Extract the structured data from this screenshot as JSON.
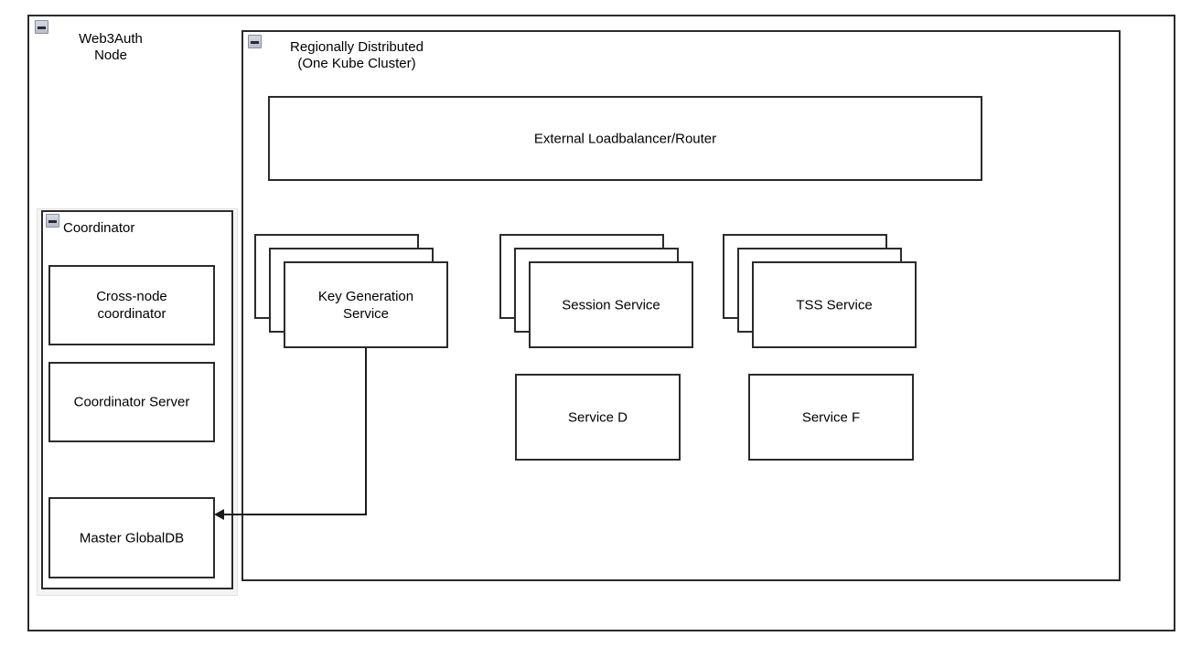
{
  "diagram": {
    "title_hidden": "",
    "containers": [
      {
        "id": "web3auth-node",
        "label": "Web3Auth\nNode",
        "collapse_icon": "minus-collapse-icon"
      },
      {
        "id": "kube-cluster",
        "label": "Regionally Distributed\n(One Kube Cluster)",
        "collapse_icon": "minus-collapse-icon"
      },
      {
        "id": "coordinator",
        "label": "Coordinator",
        "collapse_icon": "minus-collapse-icon"
      }
    ],
    "coordinator_boxes": [
      {
        "id": "cross-node-coordinator",
        "label": "Cross-node\ncoordinator"
      },
      {
        "id": "coordinator-server",
        "label": "Coordinator Server"
      },
      {
        "id": "master-globaldb",
        "label": "Master GlobalDB"
      }
    ],
    "loadbalancer": {
      "id": "external-loadbalancer",
      "label": "External Loadbalancer/Router"
    },
    "replicated_services": [
      {
        "id": "key-generation-service",
        "label": "Key Generation\nService",
        "replicas": 3
      },
      {
        "id": "session-service",
        "label": "Session Service",
        "replicas": 3
      },
      {
        "id": "tss-service",
        "label": "TSS Service",
        "replicas": 3
      }
    ],
    "single_services": [
      {
        "id": "service-d",
        "label": "Service D"
      },
      {
        "id": "service-f",
        "label": "Service F"
      }
    ],
    "connections": [
      {
        "id": "keygen-to-masterdb",
        "from": "key-generation-service",
        "to": "master-globaldb",
        "arrow": "single-arrow-left"
      }
    ],
    "colors": {
      "stroke": "#2b2b2b",
      "edge": "#1a1a1a",
      "fill": "#ffffff",
      "frame": "#f4f4f4"
    }
  }
}
